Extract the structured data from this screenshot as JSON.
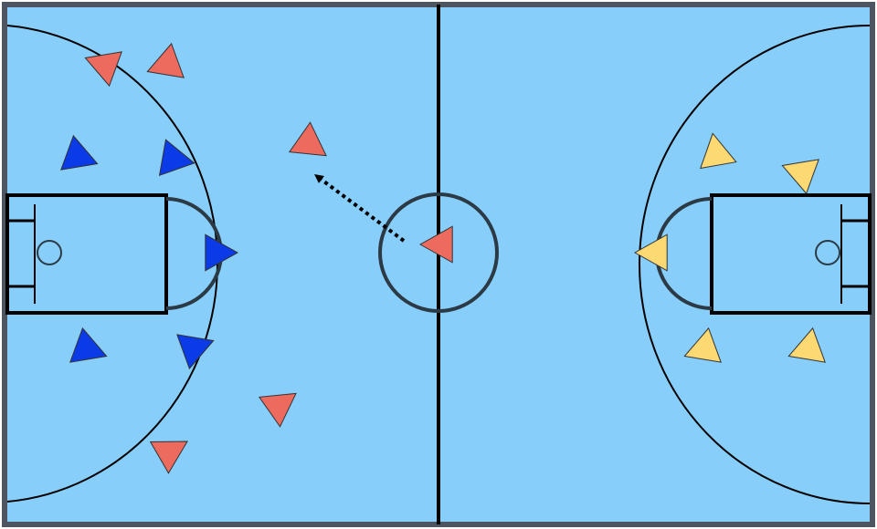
{
  "court": {
    "floor_color": "#87cefa",
    "border_color": "#4d5560",
    "line_color": "#000000",
    "circle_color": "#2b3a44"
  },
  "teams": {
    "red": {
      "color": "#ec6a5e",
      "players": [
        {
          "id": "r1",
          "heading": 200
        },
        {
          "id": "r2",
          "heading": 35
        },
        {
          "id": "r3",
          "heading": 180
        },
        {
          "id": "r4",
          "heading": 325
        },
        {
          "id": "r5",
          "heading": 330
        },
        {
          "id": "r6",
          "heading": 160
        }
      ]
    },
    "blue": {
      "color": "#0a3be6",
      "players": [
        {
          "id": "b1",
          "heading": 20
        },
        {
          "id": "b2",
          "heading": 10
        },
        {
          "id": "b3",
          "heading": 0
        },
        {
          "id": "b4",
          "heading": 20
        },
        {
          "id": "b5",
          "heading": 340
        }
      ]
    },
    "yellow": {
      "color": "#fcd973",
      "players": [
        {
          "id": "y1",
          "heading": 260
        },
        {
          "id": "y2",
          "heading": 200
        },
        {
          "id": "y3",
          "heading": 180
        },
        {
          "id": "y4",
          "heading": 160
        },
        {
          "id": "y5",
          "heading": 160
        }
      ]
    }
  },
  "pass": {
    "from": "r3",
    "style": "dotted-arrow",
    "color": "#000000"
  }
}
